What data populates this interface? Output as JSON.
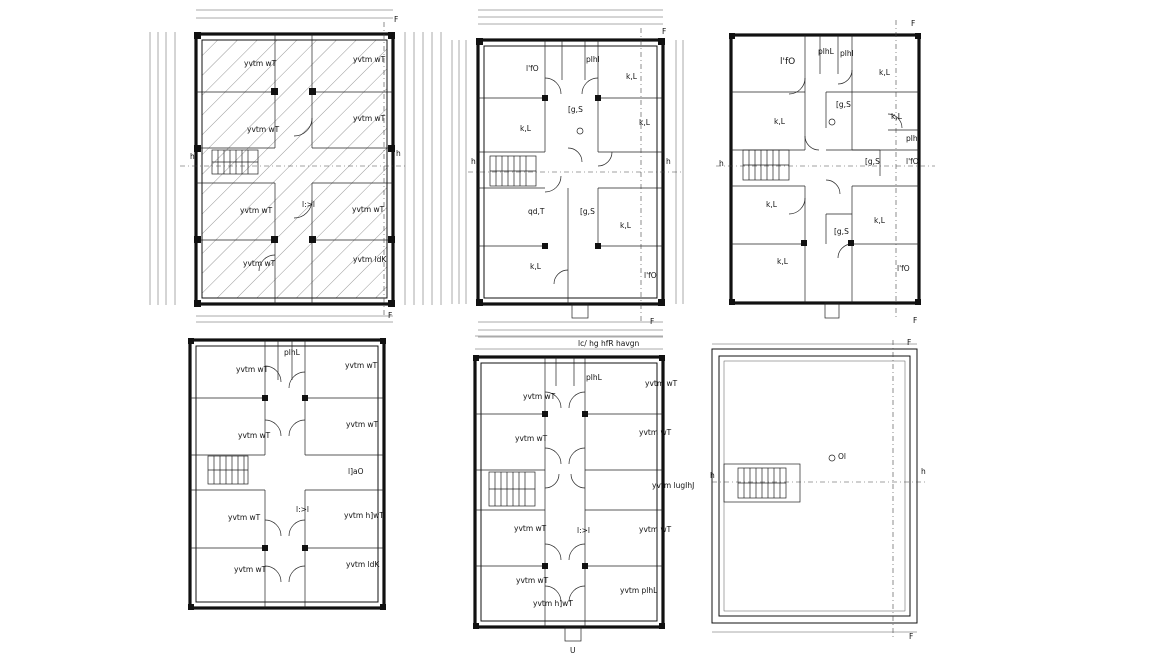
{
  "sheet": {
    "title": "Floor plans sheet",
    "plans": [
      {
        "id": "plan-1",
        "labels": [
          "yvtm  wT",
          "yvtm  wT",
          "yvtm  wT",
          "yvtm  wT",
          "yvtm  wT",
          "yvtm  wT",
          "l:>l",
          "yvtm  wT",
          "yvtm  ldK"
        ],
        "markers": [
          "h",
          "h",
          "F",
          "F"
        ]
      },
      {
        "id": "plan-2",
        "labels": [
          "l'fO",
          "plhl",
          "k,L",
          "k,L",
          "k,L",
          "[g,S",
          "qd,T",
          "[g,S",
          "k,L",
          "k,L",
          "l'fO"
        ],
        "markers": [
          "h",
          "h",
          "F",
          "F"
        ]
      },
      {
        "id": "plan-3",
        "labels": [
          "plhL",
          "plhl",
          "l'fO",
          "k,L",
          "k,L",
          "[g,S",
          "k,L",
          "plhl",
          "[g,S",
          "l'fO",
          "k,L",
          "k,L",
          "[g,S",
          "k,L",
          "l'fO"
        ],
        "markers": [
          "h",
          "F",
          "F"
        ]
      },
      {
        "id": "plan-4",
        "labels": [
          "yvtm  wT",
          "plhL",
          "yvtm  wT",
          "yvtm  wT",
          "yvtm  wT",
          "l]aO",
          "yvtm  wT",
          "l:>l",
          "yvtm  h]wT",
          "yvtm  wT",
          "yvtm  ldK"
        ]
      },
      {
        "id": "plan-5",
        "title": "lc/  hg hfR havgn",
        "labels": [
          "plhL",
          "yvtm  wT",
          "yvtm  wT",
          "yvtm  wT",
          "yvtm  wT",
          "yvtm  wT",
          "yvtm  lugIhJ",
          "yvtm  wT",
          "l:>l",
          "yvtm  wT",
          "yvtm  h]wT",
          "yvtm  plhL"
        ],
        "markers": [
          "U"
        ]
      },
      {
        "id": "plan-6",
        "labels": [
          "Ol"
        ],
        "markers": [
          "h",
          "h",
          "F",
          "F"
        ]
      }
    ]
  }
}
